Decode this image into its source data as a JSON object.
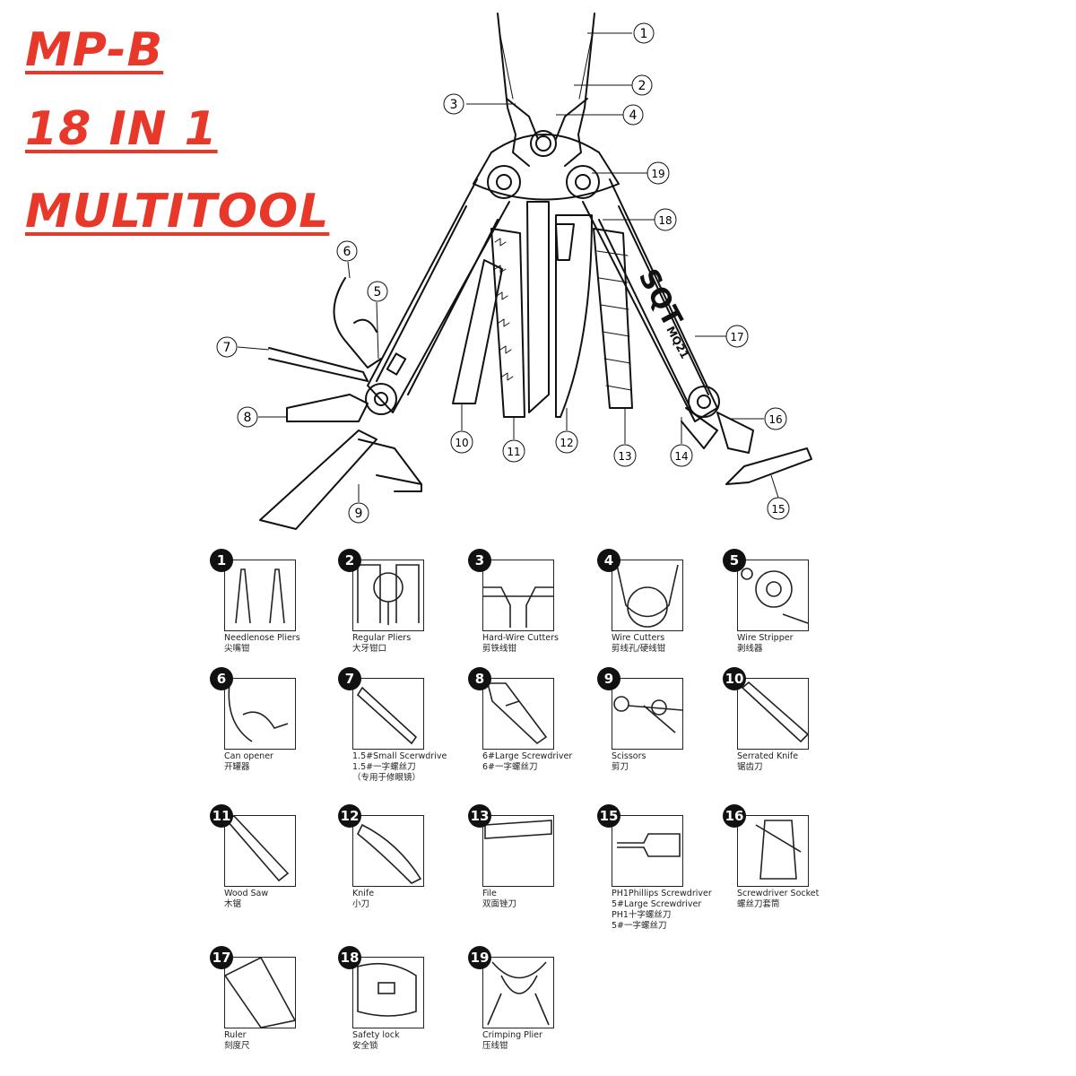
{
  "title": {
    "line1": "MP-B",
    "line2": "18 IN 1",
    "line3": "MULTITOOL"
  },
  "diagram": {
    "brand": "SQT",
    "model": "MQ21",
    "callouts": [
      "1",
      "2",
      "3",
      "4",
      "5",
      "6",
      "7",
      "8",
      "9",
      "10",
      "11",
      "12",
      "13",
      "14",
      "15",
      "16",
      "17",
      "18",
      "19"
    ]
  },
  "tools": [
    {
      "num": "1",
      "labels": [
        "Needlenose Pliers",
        "尖嘴钳"
      ]
    },
    {
      "num": "2",
      "labels": [
        "Regular Pliers",
        "大牙钳口"
      ]
    },
    {
      "num": "3",
      "labels": [
        "Hard-Wire Cutters",
        "剪铁线钳"
      ]
    },
    {
      "num": "4",
      "labels": [
        "Wire    Cutters",
        "剪线孔/硬线钳"
      ]
    },
    {
      "num": "5",
      "labels": [
        "Wire Stripper",
        "剥线器"
      ]
    },
    {
      "num": "6",
      "labels": [
        "Can opener",
        "开罐器"
      ]
    },
    {
      "num": "7",
      "labels": [
        "1.5#Small Scerwdrive",
        "1.5#一字螺丝刀",
        "（专用于修眼镜）"
      ]
    },
    {
      "num": "8",
      "labels": [
        "6#Large Screwdriver",
        "6#一字螺丝刀"
      ]
    },
    {
      "num": "9",
      "labels": [
        "Scissors",
        "剪刀"
      ]
    },
    {
      "num": "10",
      "labels": [
        "Serrated Knife",
        "锯齿刀"
      ]
    },
    {
      "num": "11",
      "labels": [
        "Wood Saw",
        "木锯"
      ]
    },
    {
      "num": "12",
      "labels": [
        "Knife",
        "小刀"
      ]
    },
    {
      "num": "13",
      "labels": [
        "File",
        "双面锉刀"
      ]
    },
    {
      "num": "15",
      "labels": [
        "PH1Phillips Screwdriver",
        "5#Large Screwdriver",
        "PH1十字螺丝刀",
        "5#一字螺丝刀"
      ]
    },
    {
      "num": "16",
      "labels": [
        "Screwdriver Socket",
        "螺丝刀套筒"
      ]
    },
    {
      "num": "17",
      "labels": [
        "Ruler",
        "刻度尺"
      ]
    },
    {
      "num": "18",
      "labels": [
        "Safety lock",
        "安全锁"
      ]
    },
    {
      "num": "19",
      "labels": [
        "Crimping Plier",
        "压线钳"
      ]
    }
  ]
}
